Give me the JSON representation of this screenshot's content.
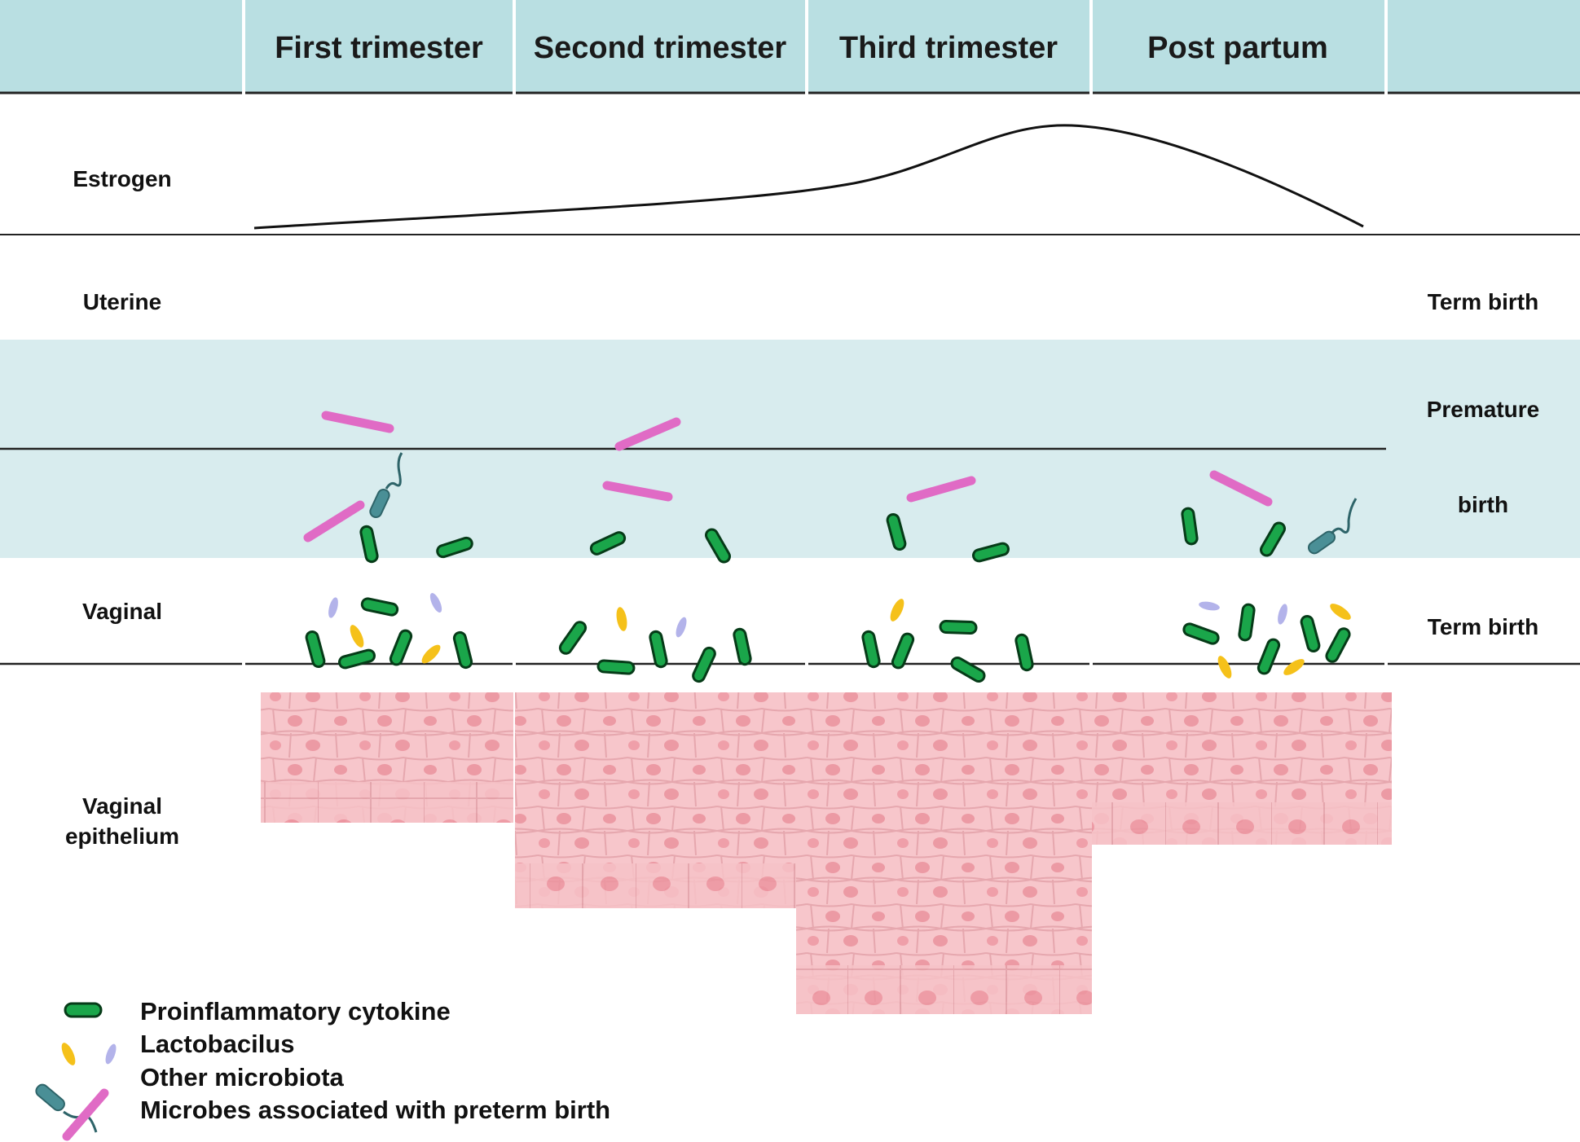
{
  "header": {
    "columns": [
      "First trimester",
      "Second trimester",
      "Third trimester",
      "Post partum"
    ]
  },
  "rows": {
    "estrogen": "Estrogen",
    "uterine": "Uterine",
    "vaginal": "Vaginal",
    "epithelium_line1": "Vaginal",
    "epithelium_line2": "epithelium"
  },
  "outcomes": {
    "uterine_term": "Term birth",
    "premature_line1": "Premature",
    "premature_line2": "birth",
    "vaginal_term": "Term birth"
  },
  "legend": {
    "cytokine": "Proinflammatory cytokine",
    "lactobacilus": "Lactobacilus",
    "other": "Other microbiota",
    "preterm": "Microbes associated with preterm birth"
  },
  "colors": {
    "header_bg": "#b9dfe2",
    "band_bg": "#d8ecee",
    "cytokine": "#1aa64a",
    "lactobacilus": "#f5c11a",
    "other_microbiota": "#b3b3ea",
    "preterm_rod": "#e06bc5",
    "preterm_flagellate": "#4a8f96",
    "epithelium": "#f7c3c8"
  },
  "estrogen_trend": {
    "description_levels": [
      0.0,
      0.13,
      0.32,
      1.0,
      0.0
    ],
    "peak_at": "Third trimester / Post partum boundary"
  },
  "epithelium_thickness": {
    "First trimester": 1,
    "Second trimester": 2,
    "Third trimester": 3,
    "Post partum": 1.5
  }
}
